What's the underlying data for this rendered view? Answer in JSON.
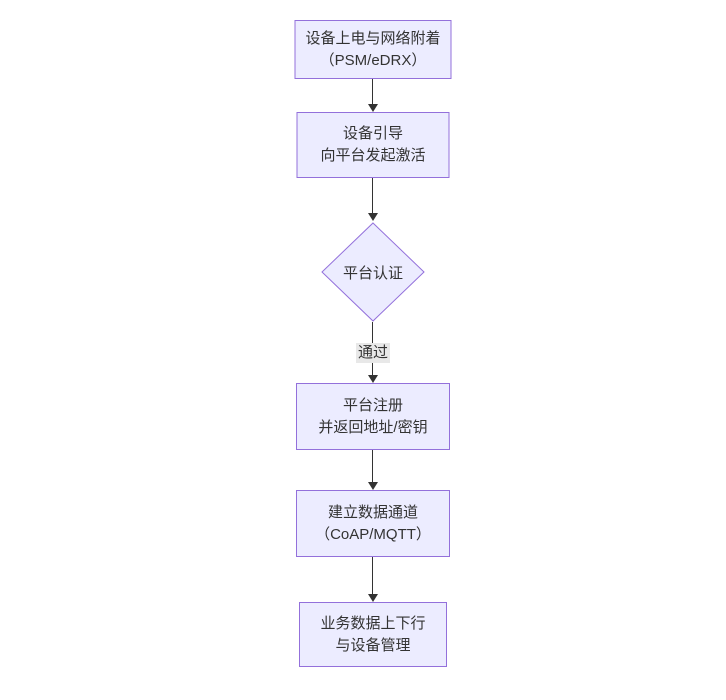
{
  "diagram": {
    "type": "flowchart",
    "direction": "top-down",
    "colors": {
      "background": "#ffffff",
      "node_fill": "#ECECFF",
      "node_border": "#9370DB",
      "edge_color": "#333333",
      "edge_label_bg": "#e8e8e8",
      "text_color": "#333333"
    },
    "nodes": [
      {
        "id": "power-on-attach",
        "shape": "rect",
        "lines": [
          "设备上电与网络附着",
          "（PSM/eDRX）"
        ]
      },
      {
        "id": "device-bootstrap",
        "shape": "rect",
        "lines": [
          "设备引导",
          "向平台发起激活"
        ]
      },
      {
        "id": "platform-auth",
        "shape": "diamond",
        "lines": [
          "平台认证"
        ]
      },
      {
        "id": "platform-register",
        "shape": "rect",
        "lines": [
          "平台注册",
          "并返回地址/密钥"
        ]
      },
      {
        "id": "data-channel",
        "shape": "rect",
        "lines": [
          "建立数据通道",
          "（CoAP/MQTT）"
        ]
      },
      {
        "id": "business-data",
        "shape": "rect",
        "lines": [
          "业务数据上下行",
          "与设备管理"
        ]
      }
    ],
    "edges": [
      {
        "from": "power-on-attach",
        "to": "device-bootstrap",
        "label": ""
      },
      {
        "from": "device-bootstrap",
        "to": "platform-auth",
        "label": ""
      },
      {
        "from": "platform-auth",
        "to": "platform-register",
        "label": "通过"
      },
      {
        "from": "platform-register",
        "to": "data-channel",
        "label": ""
      },
      {
        "from": "data-channel",
        "to": "business-data",
        "label": ""
      }
    ]
  }
}
